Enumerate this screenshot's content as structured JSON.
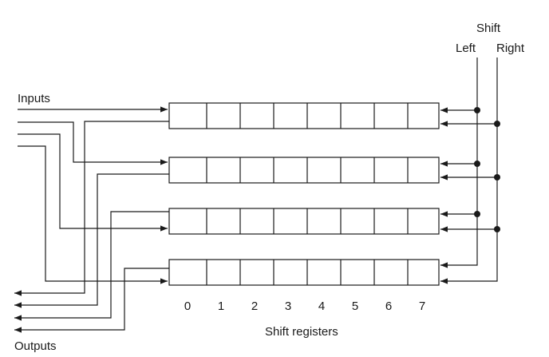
{
  "labels": {
    "shift": "Shift",
    "left": "Left",
    "right": "Right",
    "inputs": "Inputs",
    "outputs": "Outputs",
    "shift_registers": "Shift registers"
  },
  "bit_positions": [
    "0",
    "1",
    "2",
    "3",
    "4",
    "5",
    "6",
    "7"
  ],
  "registers": [
    {
      "id": "register-1",
      "cells": 8
    },
    {
      "id": "register-2",
      "cells": 8
    },
    {
      "id": "register-3",
      "cells": 8
    },
    {
      "id": "register-4",
      "cells": 8
    }
  ]
}
